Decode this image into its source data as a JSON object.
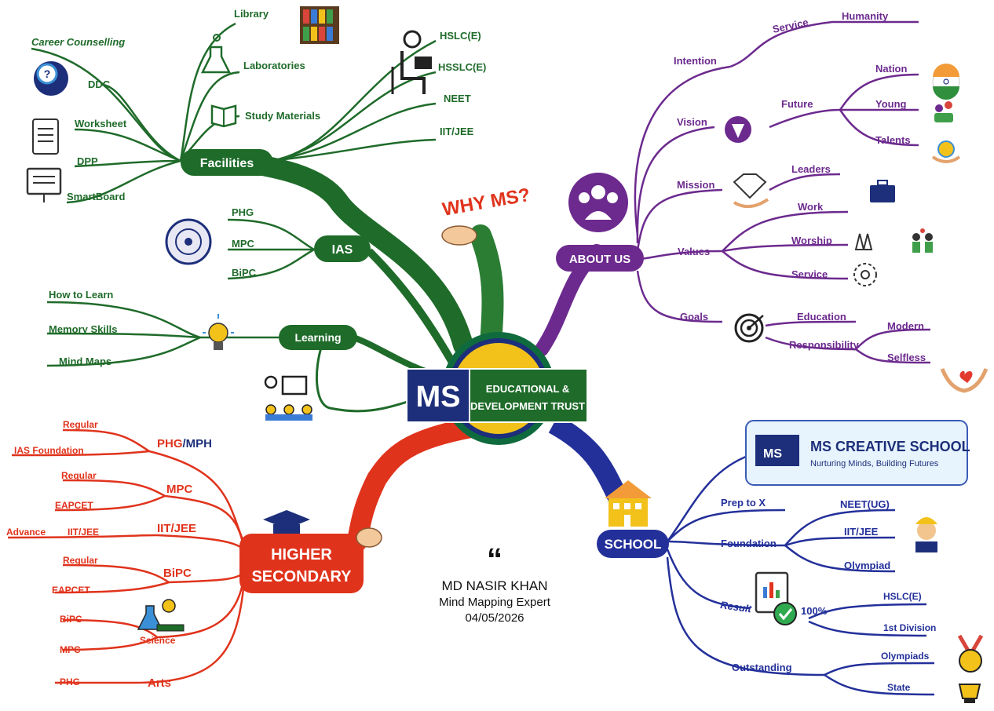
{
  "center": {
    "ms": "MS",
    "line1": "EDUCATIONAL &",
    "line2": "DEVELOPMENT TRUST"
  },
  "why": "WHY MS?",
  "facilities": {
    "title": "Facilities",
    "left": [
      "Career Counselling",
      "DDC",
      "Worksheet",
      "DPP",
      "SmartBoard"
    ],
    "top": [
      "Library",
      "Laboratories",
      "Study Materials"
    ],
    "exams": [
      "HSLC(E)",
      "HSSLC(E)",
      "NEET",
      "IIT/JEE"
    ]
  },
  "ias": {
    "title": "IAS",
    "items": [
      "PHG",
      "MPC",
      "BiPC"
    ]
  },
  "learning": {
    "title": "Learning",
    "items": [
      "How to Learn",
      "Memory Skills",
      "Mind Maps"
    ]
  },
  "about": {
    "title": "ABOUT US",
    "intention": "Intention",
    "service_top": "Service",
    "humanity": "Humanity",
    "vision": "Vision",
    "future": "Future",
    "nation": "Nation",
    "young": "Young",
    "talents": "Talents",
    "mission": "Mission",
    "leaders": "Leaders",
    "values": "Values",
    "work": "Work",
    "worship": "Worship",
    "service": "Service",
    "goals": "Goals",
    "education": "Education",
    "responsibility": "Responsibility",
    "modern": "Modern",
    "selfless": "Selfless"
  },
  "school": {
    "title": "SCHOOL",
    "banner_title": "MS CREATIVE SCHOOL",
    "banner_sub": "Nurturing Minds, Building Futures",
    "prep": "Prep to X",
    "foundation": "Foundation",
    "neet": "NEET(UG)",
    "iitjee": "IIT/JEE",
    "olympiad": "Olympiad",
    "result": "Result",
    "pct": "100%",
    "hslc": "HSLC(E)",
    "division": "1st Division",
    "outstanding": "Outstanding",
    "olympiads": "Olympiads",
    "state": "State"
  },
  "higher": {
    "title1": "HIGHER",
    "title2": "SECONDARY",
    "phg": "PHG",
    "phg_suffix": "/MPH",
    "regular1": "Regular",
    "ias_foundation": "IAS Foundation",
    "mpc": "MPC",
    "regular2": "Regular",
    "eapcet1": "EAPCET",
    "iit": "IIT/JEE",
    "advance": "Advance",
    "iit_sub": "IIT/JEE",
    "bipc": "BiPC",
    "regular3": "Regular",
    "eapcet2": "EAPCET",
    "science": "Science",
    "sci_bipc": "BiPC",
    "sci_mpc": "MPC",
    "arts": "Arts",
    "arts_phg": "PHG"
  },
  "author": {
    "quote": "“",
    "name": "MD NASIR KHAN",
    "role": "Mind Mapping Expert",
    "date": "04/05/2026"
  },
  "colors": {
    "green": "#1f6b2a",
    "purple": "#6c2a8e",
    "blue": "#23309a",
    "red": "#e0331c",
    "gold": "#f2c21b",
    "navy": "#1d2f7a"
  }
}
